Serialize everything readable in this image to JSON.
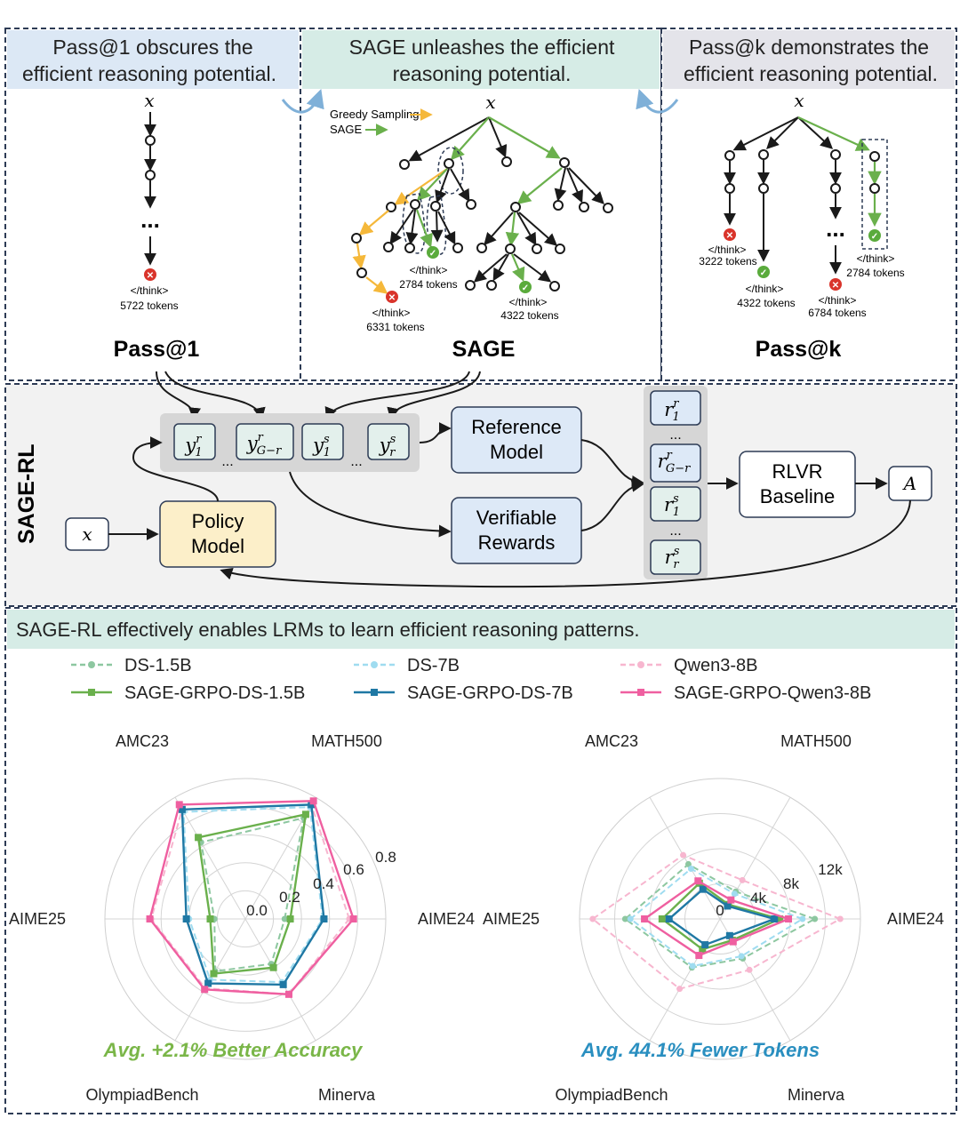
{
  "top_panels": {
    "pass1_header": [
      "Pass@1 obscures the",
      "efficient reasoning  potential."
    ],
    "sage_header": [
      "SAGE unleashes the efficient",
      "reasoning potential."
    ],
    "passk_header": [
      "Pass@k demonstrates the",
      "efficient reasoning potential."
    ],
    "pass1_title": "Pass@1",
    "sage_title": "SAGE",
    "passk_title": "Pass@k",
    "root_label": "x",
    "ellipsis": "...",
    "think_tag": "</think>",
    "pass1_tokens": "5722 tokens",
    "sage_legend_greedy": "Greedy Sampling",
    "sage_legend_sage": "SAGE",
    "sage_tokens_a": "6331 tokens",
    "sage_tokens_b": "2784 tokens",
    "sage_tokens_c": "4322 tokens",
    "passk_tokens_a": "3222 tokens",
    "passk_tokens_b": "4322 tokens",
    "passk_tokens_c": "6784 tokens",
    "passk_tokens_d": "2784 tokens",
    "colors": {
      "greedy": "#f5b83a",
      "sage": "#6ab04c",
      "wrong": "#d9342b",
      "right": "#5aab3c"
    }
  },
  "sage_rl": {
    "side_label": "SAGE-RL",
    "input": "x",
    "policy": [
      "Policy",
      "Model"
    ],
    "reference": [
      "Reference",
      "Model"
    ],
    "verifiable": [
      "Verifiable",
      "Rewards"
    ],
    "rlvr": [
      "RLVR",
      "Baseline"
    ],
    "advantage": "A",
    "responses": [
      {
        "base": "y",
        "sup": "r",
        "sub": "1"
      },
      {
        "base": "y",
        "sup": "r",
        "sub": "G−r"
      },
      {
        "base": "y",
        "sup": "s",
        "sub": "1"
      },
      {
        "base": "y",
        "sup": "s",
        "sub": "r"
      }
    ],
    "rewards": [
      {
        "base": "r",
        "sup": "r",
        "sub": "1"
      },
      {
        "base": "r",
        "sup": "r",
        "sub": "G−r"
      },
      {
        "base": "r",
        "sup": "s",
        "sub": "1"
      },
      {
        "base": "r",
        "sup": "s",
        "sub": "r"
      }
    ],
    "dots": "..."
  },
  "results": {
    "banner": "SAGE-RL effectively enables LRMs to learn efficient reasoning patterns.",
    "legend": [
      {
        "name": "DS-1.5B",
        "color": "#8dc7a0",
        "dashed": true,
        "marker": "circle"
      },
      {
        "name": "DS-7B",
        "color": "#9fdcf0",
        "dashed": true,
        "marker": "circle"
      },
      {
        "name": "Qwen3-8B",
        "color": "#f7b6cf",
        "dashed": true,
        "marker": "circle"
      },
      {
        "name": "SAGE-GRPO-DS-1.5B",
        "color": "#6ab04c",
        "dashed": false,
        "marker": "square"
      },
      {
        "name": "SAGE-GRPO-DS-7B",
        "color": "#1f78a4",
        "dashed": false,
        "marker": "square"
      },
      {
        "name": "SAGE-GRPO-Qwen3-8B",
        "color": "#ef5fa0",
        "dashed": false,
        "marker": "square"
      }
    ],
    "accuracy_caption": "Avg. +2.1% Better Accuracy",
    "tokens_caption": "Avg. 44.1% Fewer Tokens",
    "accuracy_caption_color": "#7ab648",
    "tokens_caption_color": "#2a8fc0"
  },
  "chart_data": [
    {
      "type": "radar",
      "axes": [
        "AIME24",
        "MATH500",
        "AMC23",
        "AIME25",
        "OlympiadBench",
        "Minerva"
      ],
      "ticks": [
        "0.0",
        "0.2",
        "0.4",
        "0.6",
        "0.8"
      ],
      "range": [
        0,
        1.0
      ],
      "series": [
        {
          "name": "DS-1.5B",
          "values": [
            0.28,
            0.83,
            0.63,
            0.22,
            0.43,
            0.37
          ]
        },
        {
          "name": "DS-7B",
          "values": [
            0.55,
            0.92,
            0.88,
            0.4,
            0.5,
            0.52
          ]
        },
        {
          "name": "Qwen3-8B",
          "values": [
            0.74,
            0.94,
            0.9,
            0.67,
            0.57,
            0.62
          ]
        },
        {
          "name": "SAGE-GRPO-DS-1.5B",
          "values": [
            0.32,
            0.86,
            0.67,
            0.25,
            0.45,
            0.4
          ]
        },
        {
          "name": "SAGE-GRPO-DS-7B",
          "values": [
            0.56,
            0.94,
            0.9,
            0.42,
            0.53,
            0.54
          ]
        },
        {
          "name": "SAGE-GRPO-Qwen3-8B",
          "values": [
            0.77,
            0.97,
            0.94,
            0.68,
            0.58,
            0.62
          ]
        }
      ]
    },
    {
      "type": "radar",
      "axes": [
        "AIME24",
        "MATH500",
        "AMC23",
        "AIME25",
        "OlympiadBench",
        "Minerva"
      ],
      "ticks": [
        "0",
        "4k",
        "8k",
        "12k"
      ],
      "range": [
        0,
        16000
      ],
      "series": [
        {
          "name": "DS-1.5B",
          "values": [
            10800,
            3600,
            7200,
            10800,
            6400,
            5200
          ]
        },
        {
          "name": "DS-7B",
          "values": [
            9400,
            3300,
            6600,
            10200,
            6200,
            4900
          ]
        },
        {
          "name": "Qwen3-8B",
          "values": [
            13700,
            5100,
            8400,
            14500,
            9200,
            6700
          ]
        },
        {
          "name": "SAGE-GRPO-DS-1.5B",
          "values": [
            6800,
            1900,
            4700,
            6600,
            4000,
            2800
          ]
        },
        {
          "name": "SAGE-GRPO-DS-7B",
          "values": [
            6200,
            1700,
            3900,
            5800,
            3400,
            2200
          ]
        },
        {
          "name": "SAGE-GRPO-Qwen3-8B",
          "values": [
            7800,
            2500,
            5000,
            8600,
            4800,
            3000
          ]
        }
      ]
    }
  ]
}
